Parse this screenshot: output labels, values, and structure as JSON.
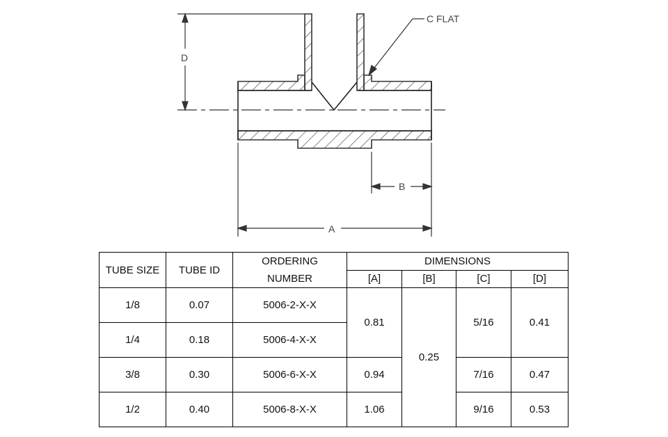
{
  "drawing": {
    "labels": {
      "c_flat": "C FLAT",
      "d": "D",
      "b": "B",
      "a": "A"
    }
  },
  "table": {
    "headers": {
      "tube_size": "TUBE SIZE",
      "tube_id": "TUBE ID",
      "ordering_line1": "ORDERING",
      "ordering_line2": "NUMBER",
      "dimensions": "DIMENSIONS",
      "dim_a": "[A]",
      "dim_b": "[B]",
      "dim_c": "[C]",
      "dim_d": "[D]"
    },
    "rows": [
      {
        "tube_size": "1/8",
        "tube_id": "0.07",
        "ordering": "5006-2-X-X"
      },
      {
        "tube_size": "1/4",
        "tube_id": "0.18",
        "ordering": "5006-4-X-X"
      },
      {
        "tube_size": "3/8",
        "tube_id": "0.30",
        "ordering": "5006-6-X-X"
      },
      {
        "tube_size": "1/2",
        "tube_id": "0.40",
        "ordering": "5006-8-X-X"
      }
    ],
    "dims": {
      "a_1": "0.81",
      "a_3": "0.94",
      "a_4": "1.06",
      "b_all": "0.25",
      "c_1": "5/16",
      "c_3": "7/16",
      "c_4": "9/16",
      "d_1": "0.41",
      "d_3": "0.47",
      "d_4": "0.53"
    }
  }
}
